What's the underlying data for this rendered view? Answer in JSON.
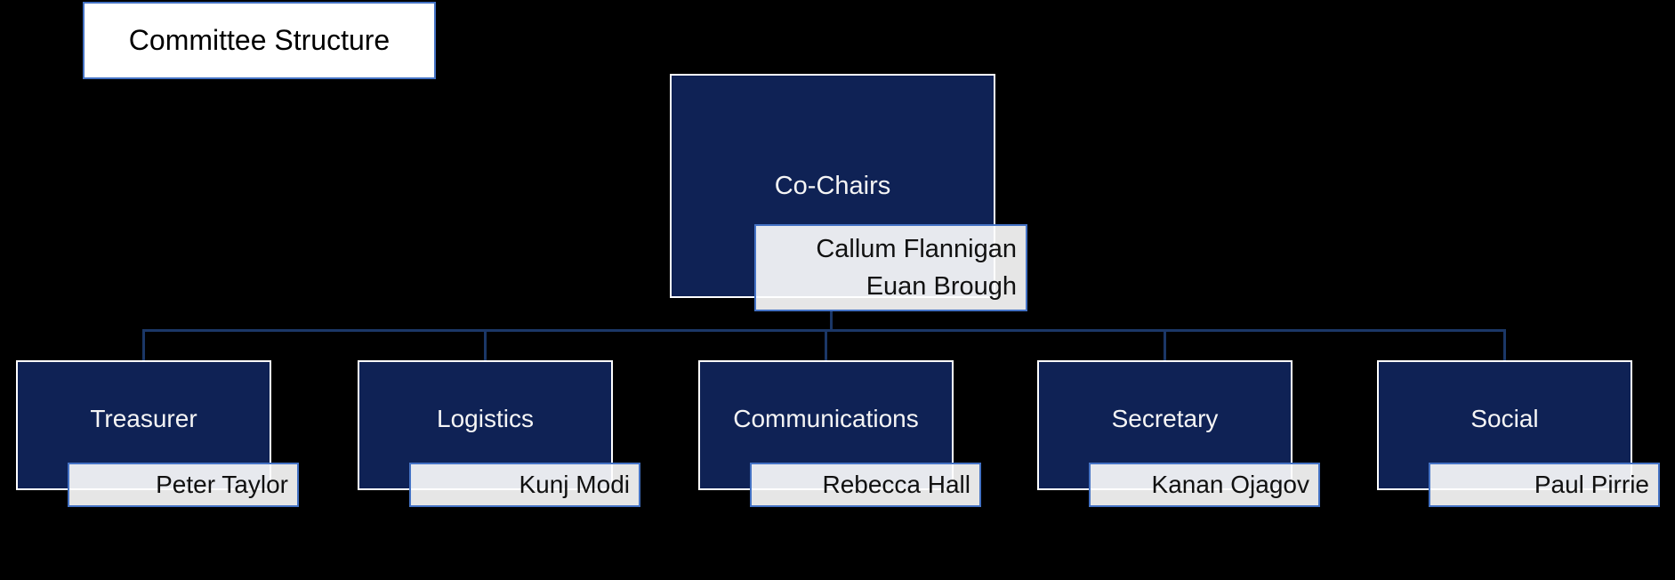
{
  "title": "Committee Structure",
  "org": {
    "root": {
      "label": "Co-Chairs",
      "names": [
        "Callum Flannigan",
        "Euan Brough"
      ]
    },
    "children": [
      {
        "label": "Treasurer",
        "name": "Peter Taylor"
      },
      {
        "label": "Logistics",
        "name": "Kunj Modi"
      },
      {
        "label": "Communications",
        "name": "Rebecca Hall"
      },
      {
        "label": "Secretary",
        "name": "Kanan Ojagov"
      },
      {
        "label": "Social",
        "name": "Paul Pirrie"
      }
    ]
  },
  "colors": {
    "background": "#000000",
    "node_fill": "#0f2255",
    "node_border": "#ffffff",
    "node_text": "#f5f5f5",
    "nameplate_fill": "rgba(255,255,255,0.9)",
    "nameplate_border": "#4472c4",
    "nameplate_text": "#111111",
    "connector": "#1b3767",
    "title_border": "#4472c4",
    "title_fill": "#ffffff",
    "title_text": "#000000"
  }
}
